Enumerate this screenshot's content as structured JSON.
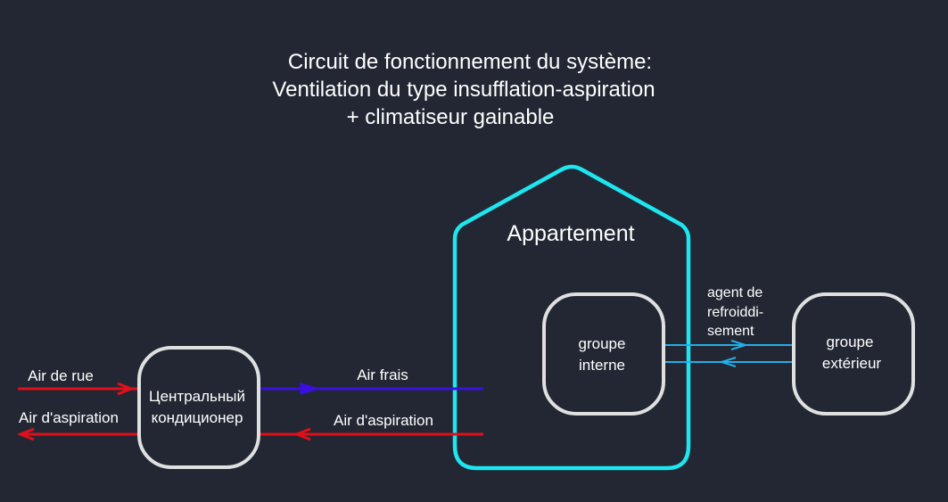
{
  "title": {
    "line1": "Circuit de fonctionnement du système:",
    "line2": "Ventilation du type insufflation-aspiration",
    "line3": "+ climatiseur gainable"
  },
  "house": {
    "label": "Appartement"
  },
  "central_unit": {
    "line1": "Центральный",
    "line2": "кондиционер"
  },
  "indoor_unit": {
    "line1": "groupe",
    "line2": "interne"
  },
  "outdoor_unit": {
    "line1": "groupe",
    "line2": "extérieur"
  },
  "flows": {
    "street_air": "Air de rue",
    "exhaust_air_left": "Air d'aspiration",
    "fresh_air": "Air frais",
    "exhaust_air_right": "Air d'aspiration",
    "refrigerant_line1": "agent de",
    "refrigerant_line2": "refroiddi-",
    "refrigerant_line3": "sement"
  },
  "colors": {
    "background": "#222733",
    "house": "#1de6f0",
    "box": "#e0e0e0",
    "red": "#e0101a",
    "blue": "#3a10e0",
    "refrigerant": "#20b0e8"
  }
}
